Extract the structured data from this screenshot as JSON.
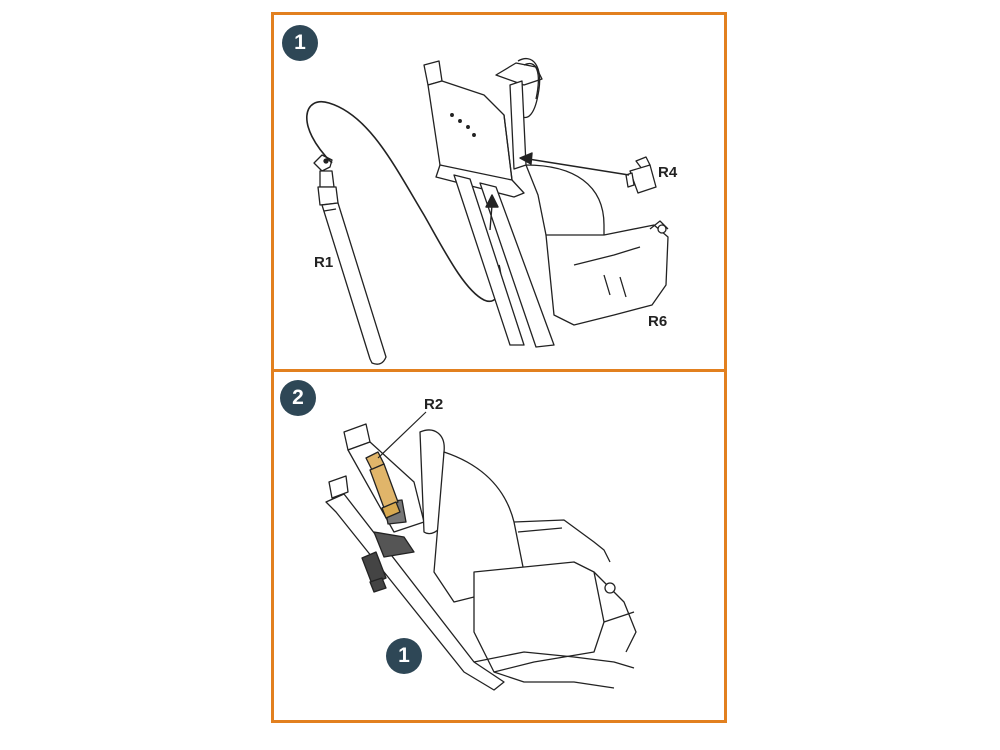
{
  "colors": {
    "frame": "#e2801f",
    "badge": "#2e4756",
    "badge_text": "#ffffff",
    "highlight_part": "#e0b56a",
    "ink": "#222222"
  },
  "step1": {
    "badge": "1",
    "labels": {
      "r1": "R1",
      "r4": "R4",
      "r6": "R6"
    }
  },
  "step2": {
    "badge": "2",
    "sub_badge": "1",
    "labels": {
      "r2": "R2"
    }
  },
  "icons": [
    "step-badge",
    "arrow-icon"
  ]
}
